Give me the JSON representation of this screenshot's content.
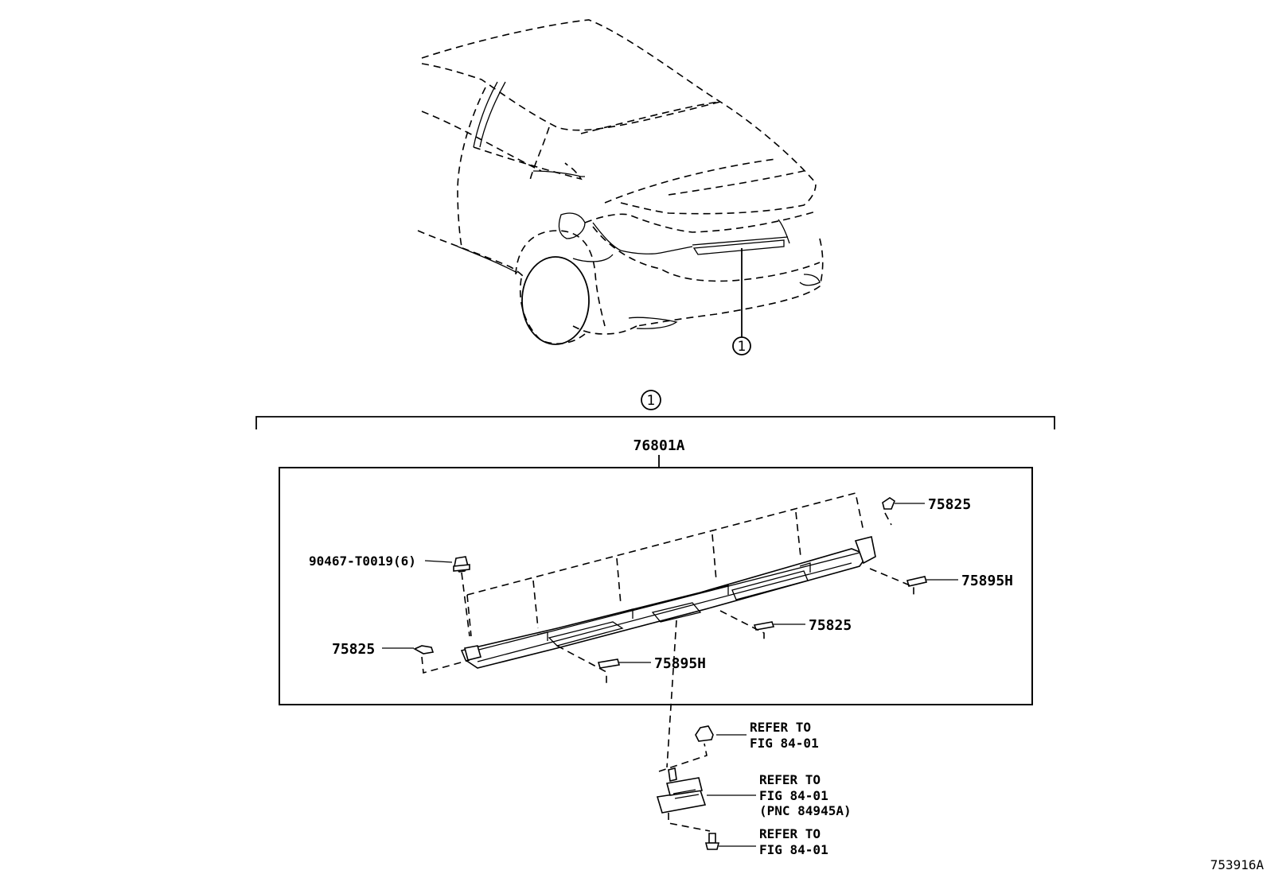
{
  "callout": {
    "number": "1"
  },
  "assembly": {
    "part_number": "76801A"
  },
  "parts": {
    "clip": "90467-T0019(6)",
    "pad_top_right": "75825",
    "pad_mid_right": "75825",
    "pad_left": "75825",
    "tape_right": "75895H",
    "tape_center": "75895H"
  },
  "references": {
    "ref1": {
      "line1": "REFER TO",
      "line2": "FIG 84-01"
    },
    "ref2": {
      "line1": "REFER TO",
      "line2": "FIG 84-01",
      "line3": "(PNC 84945A)"
    },
    "ref3": {
      "line1": "REFER TO",
      "line2": "FIG 84-01"
    }
  },
  "figure_id": "753916A"
}
